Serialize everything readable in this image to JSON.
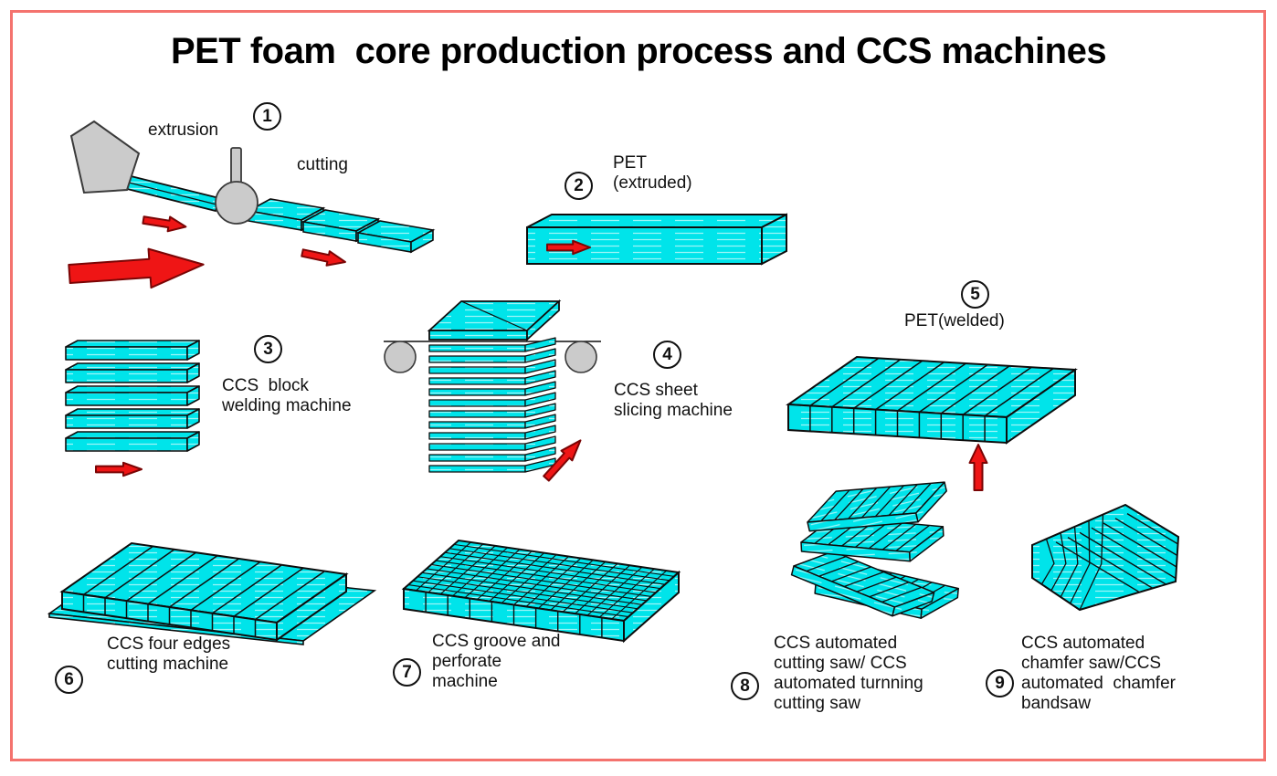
{
  "title": "PET foam  core production process and CCS machines",
  "colors": {
    "foam_cyan": "#00e4ea",
    "foam_streak": "#9df5f7",
    "machine_gray": "#cbcbcb",
    "arrow_red": "#ef1515",
    "frame_border": "#f4736e",
    "outline": "#0d0d0d"
  },
  "steps": {
    "s1": {
      "num": "1",
      "label_extrusion": "extrusion",
      "label_cutting": "cutting"
    },
    "s2": {
      "num": "2",
      "label": "PET\n(extruded)"
    },
    "s3": {
      "num": "3",
      "label": "CCS  block\nwelding machine"
    },
    "s4": {
      "num": "4",
      "label": "CCS sheet\nslicing machine"
    },
    "s5": {
      "num": "5",
      "label": "PET(welded)"
    },
    "s6": {
      "num": "6",
      "label": "CCS four edges\ncutting machine"
    },
    "s7": {
      "num": "7",
      "label": "CCS groove and\nperforate\nmachine"
    },
    "s8": {
      "num": "8",
      "label": "CCS automated\ncutting saw/ CCS\nautomated turnning\ncutting saw"
    },
    "s9": {
      "num": "9",
      "label": "CCS automated\nchamfer saw/CCS\nautomated  chamfer\nbandsaw"
    }
  }
}
